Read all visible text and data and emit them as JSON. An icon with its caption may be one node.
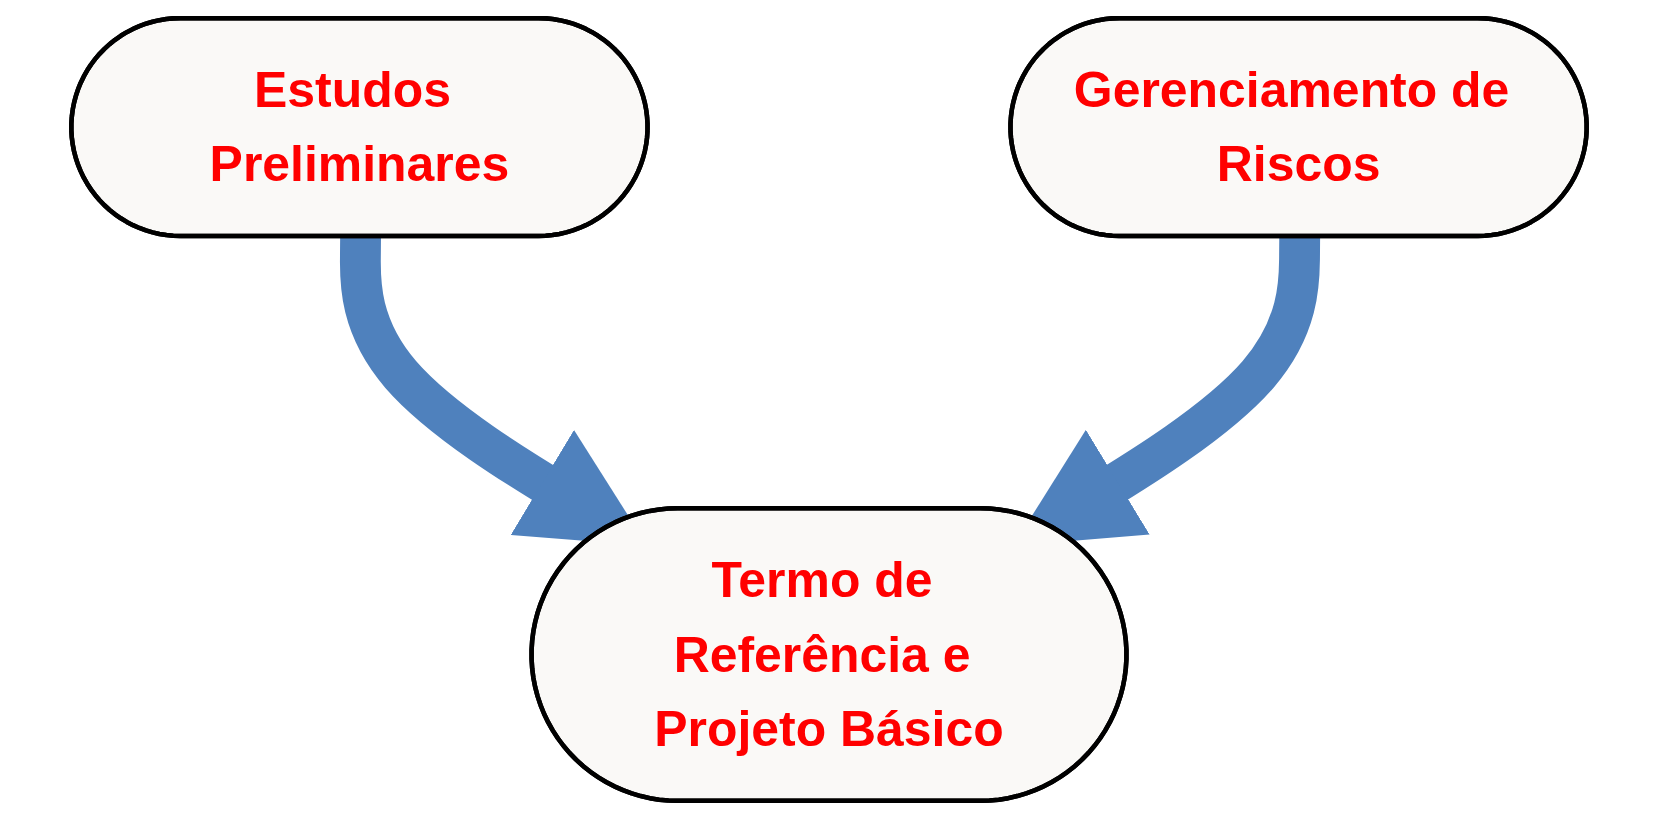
{
  "diagram": {
    "nodes": [
      {
        "text": [
          "Estudos Preliminares"
        ]
      },
      {
        "text": [
          "Gerenciamento de Riscos"
        ]
      },
      {
        "text": [
          "Termo de Referência e Projeto Básico"
        ]
      }
    ],
    "edges": [
      {
        "from": 0,
        "to": 2,
        "arrow": "to"
      },
      {
        "from": 1,
        "to": 2,
        "arrow": "to"
      }
    ]
  }
}
